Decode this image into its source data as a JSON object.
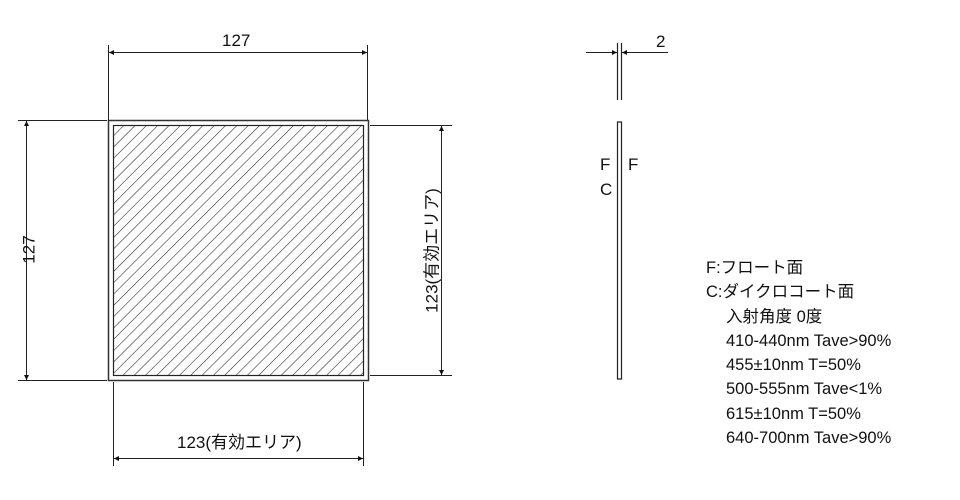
{
  "front_view": {
    "width_dim": "127",
    "height_dim": "127",
    "effective_width_dim": "123(有効エリア)",
    "effective_height_dim": "123(有効エリア)"
  },
  "side_view": {
    "thickness_dim": "2",
    "left_labels": [
      "F",
      "C"
    ],
    "right_label": "F"
  },
  "notes": {
    "f_surface": "F:フロート面",
    "c_surface": "C:ダイクロコート面",
    "incidence": "入射角度 0度",
    "specs": [
      "410-440nm Tave>90%",
      "455±10nm T=50%",
      "500-555nm Tave<1%",
      "615±10nm T=50%",
      "640-700nm Tave>90%"
    ]
  }
}
